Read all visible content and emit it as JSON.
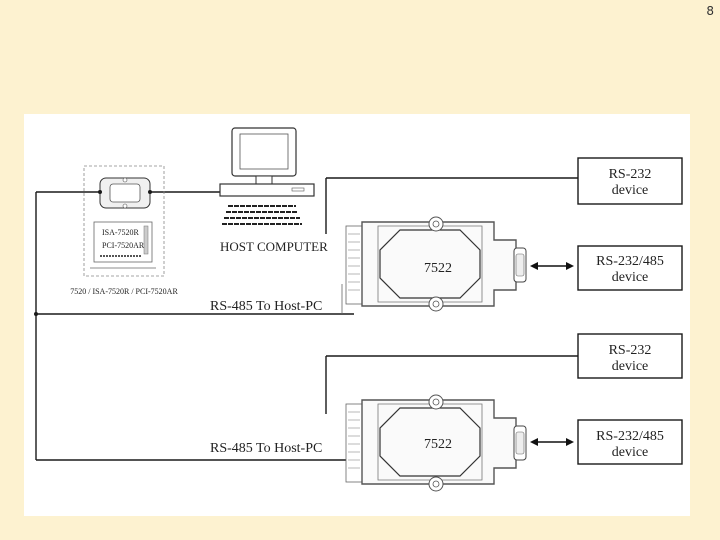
{
  "page": {
    "number": "8"
  },
  "converter": {
    "cards": [
      "ISA-7520R",
      "PCI-7520AR"
    ],
    "caption": "7520 / ISA-7520R / PCI-7520AR"
  },
  "host": {
    "label": "HOST COMPUTER"
  },
  "links": [
    {
      "label": "RS-485 To Host-PC"
    },
    {
      "label": "RS-485 To Host-PC"
    }
  ],
  "modules": [
    {
      "name": "7522",
      "device_top": [
        "RS-232",
        "device"
      ],
      "device_side": [
        "RS-232/485",
        "device"
      ]
    },
    {
      "name": "7522",
      "device_top": [
        "RS-232",
        "device"
      ],
      "device_side": [
        "RS-232/485",
        "device"
      ]
    }
  ]
}
